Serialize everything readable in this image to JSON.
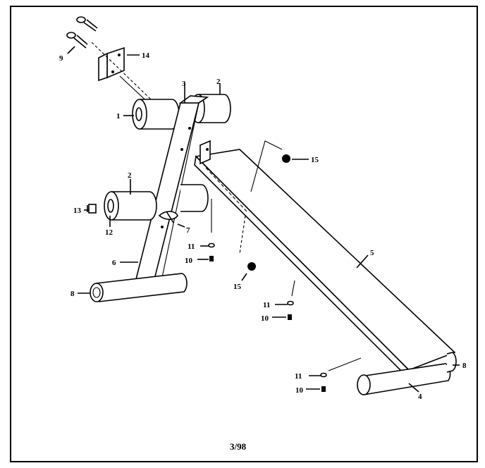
{
  "diagram": {
    "footer_code": "3/98",
    "callouts": {
      "c1": "1",
      "c2a": "2",
      "c2b": "2",
      "c3": "3",
      "c4": "4",
      "c5": "5",
      "c6": "6",
      "c7": "7",
      "c8a": "8",
      "c8b": "8",
      "c9": "9",
      "c10a": "10",
      "c10b": "10",
      "c10c": "10",
      "c11a": "11",
      "c11b": "11",
      "c11c": "11",
      "c12": "12",
      "c13": "13",
      "c14": "14",
      "c15a": "15",
      "c15b": "15"
    }
  }
}
